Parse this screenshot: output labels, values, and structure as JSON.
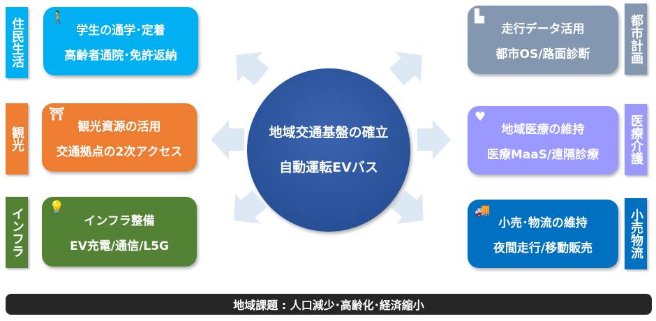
{
  "center": {
    "line1": "地域交通基盤の確立",
    "line2": "自動運転EVバス"
  },
  "left": [
    {
      "label": "住民生活",
      "line1": "学生の通学･定着",
      "line2": "高齢者通院･免許返納",
      "icon": "elderly-person-icon",
      "color": "#00B0F0"
    },
    {
      "label": "観光",
      "line1": "観光資源の活用",
      "line2": "交通拠点の2次アクセス",
      "icon": "castle-icon",
      "color": "#ED7D31"
    },
    {
      "label": "インフラ",
      "line1": "インフラ整備",
      "line2": "EV充電/通信/L5G",
      "icon": "lightbulb-icon",
      "color": "#548235"
    }
  ],
  "right": [
    {
      "label": "都市計画",
      "line1": "走行データ活用",
      "line2": "都市OS/路面診断",
      "icon": "building-icon",
      "color": "#8497B0"
    },
    {
      "label": "医療介護",
      "line1": "地域医療の維持",
      "line2": "医療MaaS/遠隔診療",
      "icon": "heart-icon",
      "color": "#9999FF"
    },
    {
      "label": "小売物流",
      "line1": "小売･物流の維持",
      "line2": "夜間走行/移動販売",
      "icon": "truck-icon",
      "color": "#0070C0"
    }
  ],
  "footer": "地域課題 : 人口減少･高齢化･経済縮小"
}
